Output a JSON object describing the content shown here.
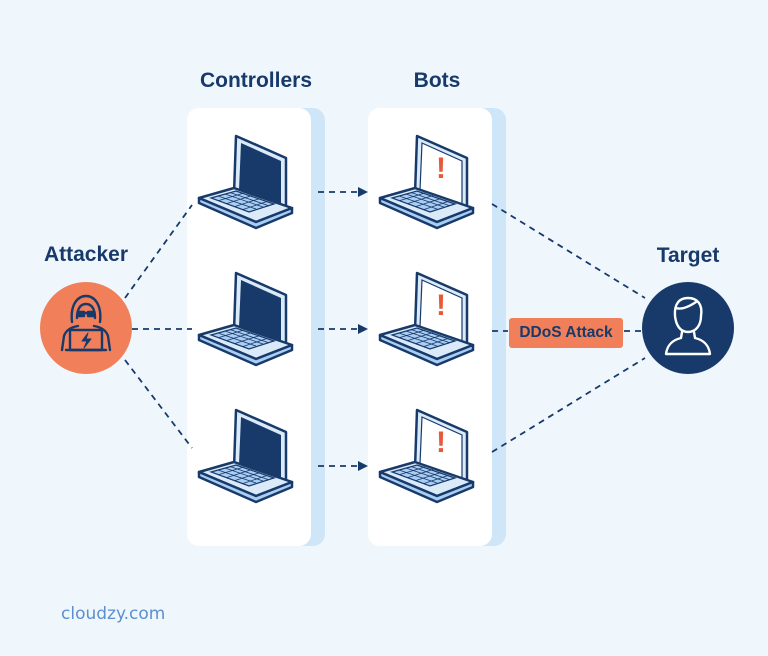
{
  "diagram": {
    "columns": {
      "controllers": "Controllers",
      "bots": "Bots"
    },
    "nodes": {
      "attacker": "Attacker",
      "target": "Target"
    },
    "attack_label": "DDoS Attack",
    "bot_alert_symbol": "!",
    "footer": "cloudzy.com"
  },
  "colors": {
    "background": "#eff7fd",
    "navy": "#183a6a",
    "accent_orange": "#f07f5a",
    "panel": "#ffffff",
    "panel_shadow": "#cfe6f8",
    "laptop_light": "#dbeaf9",
    "laptop_mid": "#a9cdf3",
    "alert_red": "#e8583a",
    "footer_text": "#5b8fcf"
  },
  "icons": {
    "attacker": "hooded-hacker-icon",
    "target": "user-silhouette-icon",
    "controller": "laptop-icon",
    "bot": "infected-laptop-icon"
  }
}
